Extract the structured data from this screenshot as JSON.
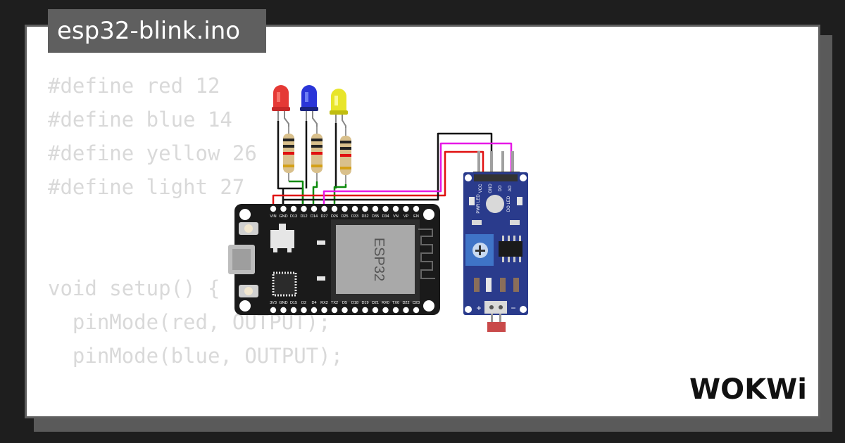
{
  "project": {
    "filename": "esp32-blink.ino"
  },
  "code_lines": [
    "#define red 12",
    "#define blue 14",
    "#define yellow 26",
    "#define light 27",
    "",
    "",
    "void setup() {",
    "  pinMode(red, OUTPUT);",
    "  pinMode(blue, OUTPUT);"
  ],
  "board": {
    "chip_label": "ESP32",
    "top_pins": [
      "VIN",
      "GND",
      "D13",
      "D12",
      "D14",
      "D27",
      "D26",
      "D25",
      "D33",
      "D32",
      "D35",
      "D34",
      "VN",
      "VP",
      "EN"
    ],
    "bottom_pins": [
      "3V3",
      "GND",
      "D15",
      "D2",
      "D4",
      "RX2",
      "TX2",
      "D5",
      "D18",
      "D19",
      "D21",
      "RX0",
      "TX0",
      "D22",
      "D23"
    ]
  },
  "leds": [
    {
      "name": "red",
      "color": "#e53935"
    },
    {
      "name": "blue",
      "color": "#2a35d8"
    },
    {
      "name": "yellow",
      "color": "#e8e52a"
    }
  ],
  "sensor": {
    "pins": [
      "VCC",
      "GND",
      "DO",
      "AO"
    ],
    "labels": {
      "pwr": "PWR LED",
      "do": "DO LED",
      "plus": "+",
      "minus": "−"
    }
  },
  "wire_colors": {
    "black": "#111111",
    "red": "#e01010",
    "magenta": "#e619e6",
    "green": "#0a8a0a"
  },
  "brand": {
    "logo": "WOKWi"
  }
}
